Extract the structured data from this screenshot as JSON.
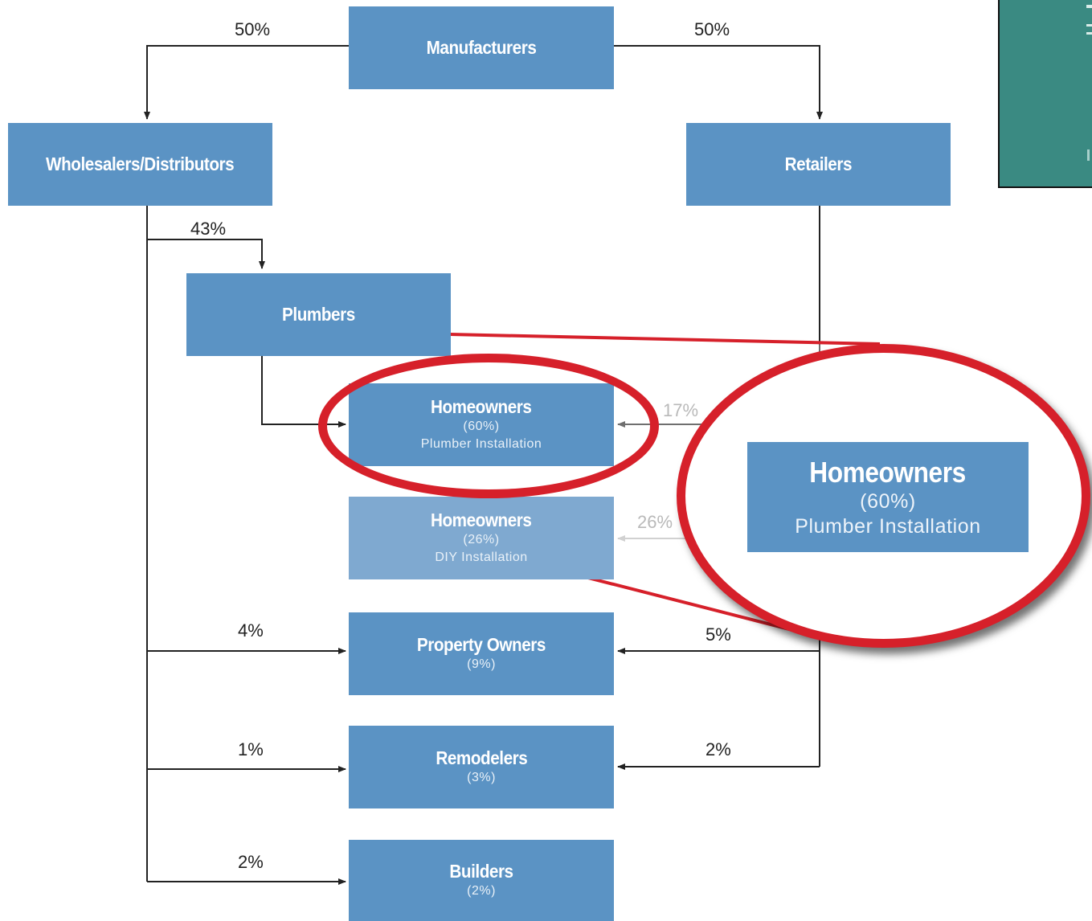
{
  "nodes": {
    "manufacturers": {
      "title": "Manufacturers"
    },
    "wholesalers": {
      "title": "Wholesalers/Distributors"
    },
    "retailers": {
      "title": "Retailers"
    },
    "plumbers": {
      "title": "Plumbers"
    },
    "homeowners_plumber": {
      "title": "Homeowners",
      "share": "(60%)",
      "note": "Plumber Installation"
    },
    "homeowners_diy": {
      "title": "Homeowners",
      "share": "(26%)",
      "note": "DIY Installation"
    },
    "property_owners": {
      "title": "Property Owners",
      "share": "(9%)"
    },
    "remodelers": {
      "title": "Remodelers",
      "share": "(3%)"
    },
    "builders": {
      "title": "Builders",
      "share": "(2%)"
    }
  },
  "flows": {
    "manufacturers_to_wholesalers": "50%",
    "manufacturers_to_retailers": "50%",
    "wholesalers_to_plumbers": "43%",
    "retailers_to_homeowners_plumber": "17%",
    "retailers_to_homeowners_diy": "26%",
    "wholesalers_to_property_owners": "4%",
    "retailers_to_property_owners": "5%",
    "wholesalers_to_remodelers": "1%",
    "retailers_to_remodelers": "2%",
    "wholesalers_to_builders": "2%"
  },
  "zoom": {
    "title": "Homeowners",
    "share": "(60%)",
    "note": "Plumber Installation"
  },
  "colors": {
    "box": "#5b93c4",
    "highlight": "#d6202a",
    "line": "#222222",
    "faded_line": "#b9b9b9",
    "thumbnail": "#3a8a82"
  }
}
